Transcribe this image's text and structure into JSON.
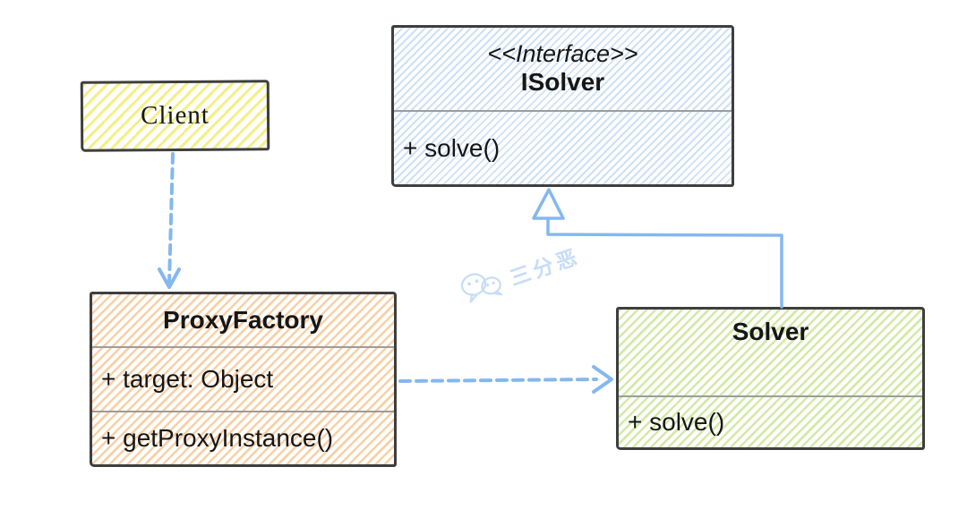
{
  "diagram_type": "uml-class-diagram (proxy pattern, hand-drawn sketch style)",
  "classes": [
    {
      "name": "Client",
      "fill": "#f3ee80",
      "attributes": [],
      "methods": []
    },
    {
      "stereotype": "<<Interface>>",
      "name": "ISolver",
      "fill": "#bdd6f3",
      "attributes": [],
      "methods": [
        "+ solve()"
      ]
    },
    {
      "name": "ProxyFactory",
      "fill": "#f7c896",
      "attributes": [
        "+ target: Object"
      ],
      "methods": [
        "+ getProxyInstance()"
      ]
    },
    {
      "name": "Solver",
      "fill": "#c9e696",
      "attributes": [],
      "methods": [
        "+ solve()"
      ]
    }
  ],
  "relationships": [
    {
      "from": "Client",
      "to": "ProxyFactory",
      "type": "dashed dependency arrow (open head)"
    },
    {
      "from": "ProxyFactory",
      "to": "Solver",
      "type": "dashed dependency arrow (open head)"
    },
    {
      "from": "Solver",
      "to": "ISolver",
      "type": "realization (solid line, hollow triangle head)"
    }
  ],
  "watermark": {
    "icon": "wechat-icon",
    "text": "三分恶"
  },
  "colors": {
    "background": "#ffffff",
    "box_border": "#3e3e3e",
    "compartment_divider": "#9c9c9c",
    "connector_blue": "#84b8ee",
    "watermark_blue": "#c6dcf8",
    "text": "#161616"
  }
}
